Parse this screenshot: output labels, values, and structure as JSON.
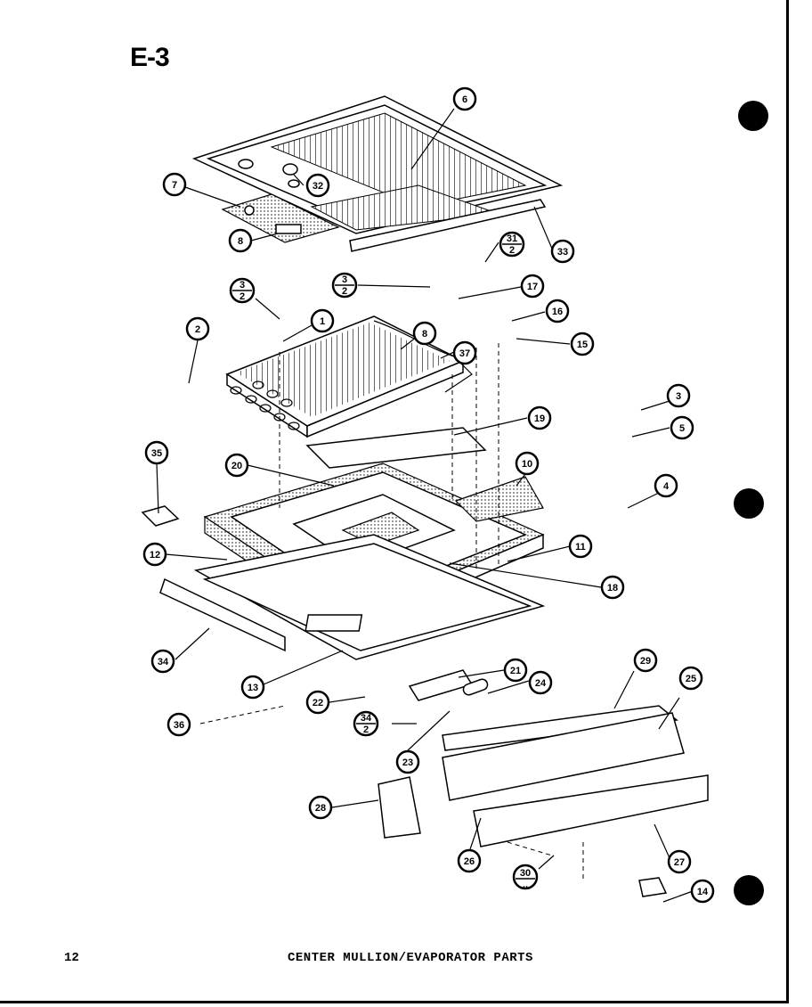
{
  "header": {
    "section_id": "E-3"
  },
  "footer": {
    "page_number": "12",
    "caption": "CENTER MULLION/EVAPORATOR PARTS"
  },
  "callouts": {
    "c6": "6",
    "c32": "32",
    "c7": "7",
    "c8a": "8",
    "c33": "33",
    "c31_2_top": "31",
    "c31_2_bot": "2",
    "c3_2a_top": "3",
    "c3_2a_bot": "2",
    "c17": "17",
    "c16": "16",
    "c15": "15",
    "c3_2b_top": "3",
    "c3_2b_bot": "2",
    "c1": "1",
    "c2": "2",
    "c8b": "8",
    "c37": "37",
    "c19": "19",
    "c3": "3",
    "c5": "5",
    "c35": "35",
    "c20": "20",
    "c10": "10",
    "c4": "4",
    "c12": "12",
    "c11": "11",
    "c18": "18",
    "c34": "34",
    "c13": "13",
    "c21": "21",
    "c29": "29",
    "c25": "25",
    "c24": "24",
    "c22": "22",
    "c36": "36",
    "c34_2_top": "34",
    "c34_2_bot": "2",
    "c23": "23",
    "c28": "28",
    "c27": "27",
    "c26": "26",
    "c30_top": "30",
    "c14": "14"
  }
}
